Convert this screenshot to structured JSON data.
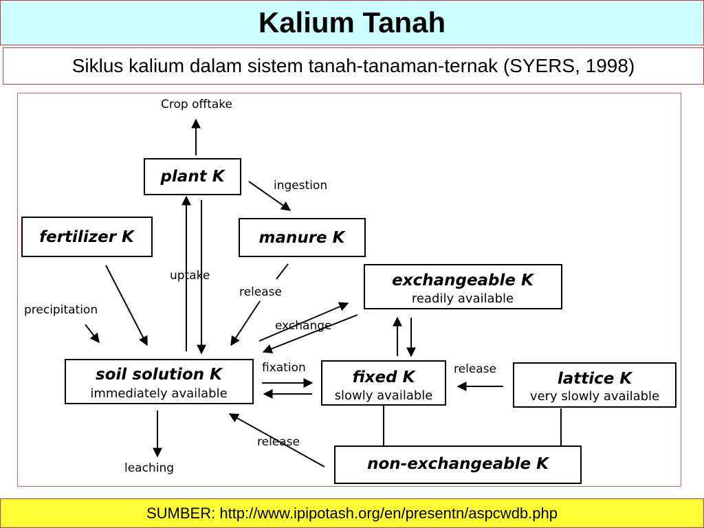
{
  "slide": {
    "title": "Kalium Tanah",
    "subtitle": "Siklus kalium dalam sistem tanah-tanaman-ternak (SYERS, 1998)",
    "source": "SUMBER: http://www.ipipotash.org/en/presentn/aspcwdb.php"
  },
  "diagram": {
    "nodes": {
      "plant": {
        "title": "plant K"
      },
      "fertilizer": {
        "title": "fertilizer K"
      },
      "manure": {
        "title": "manure K"
      },
      "exchangeable": {
        "title": "exchangeable K",
        "sub": "readily available"
      },
      "soil_solution": {
        "title": "soil solution K",
        "sub": "immediately available"
      },
      "fixed": {
        "title": "fixed K",
        "sub": "slowly available"
      },
      "lattice": {
        "title": "lattice K",
        "sub": "very slowly available"
      },
      "non_exchangeable": {
        "title": "non-exchangeable K"
      }
    },
    "labels": {
      "crop_offtake": "Crop offtake",
      "ingestion": "ingestion",
      "uptake": "uptake",
      "release_manure": "release",
      "precipitation": "precipitation",
      "exchange": "exchange",
      "fixation": "fixation",
      "release_lattice": "release",
      "release_nonexch": "release",
      "leaching": "leaching"
    },
    "colors": {
      "box_border": "#000000",
      "arrow": "#000000"
    }
  }
}
